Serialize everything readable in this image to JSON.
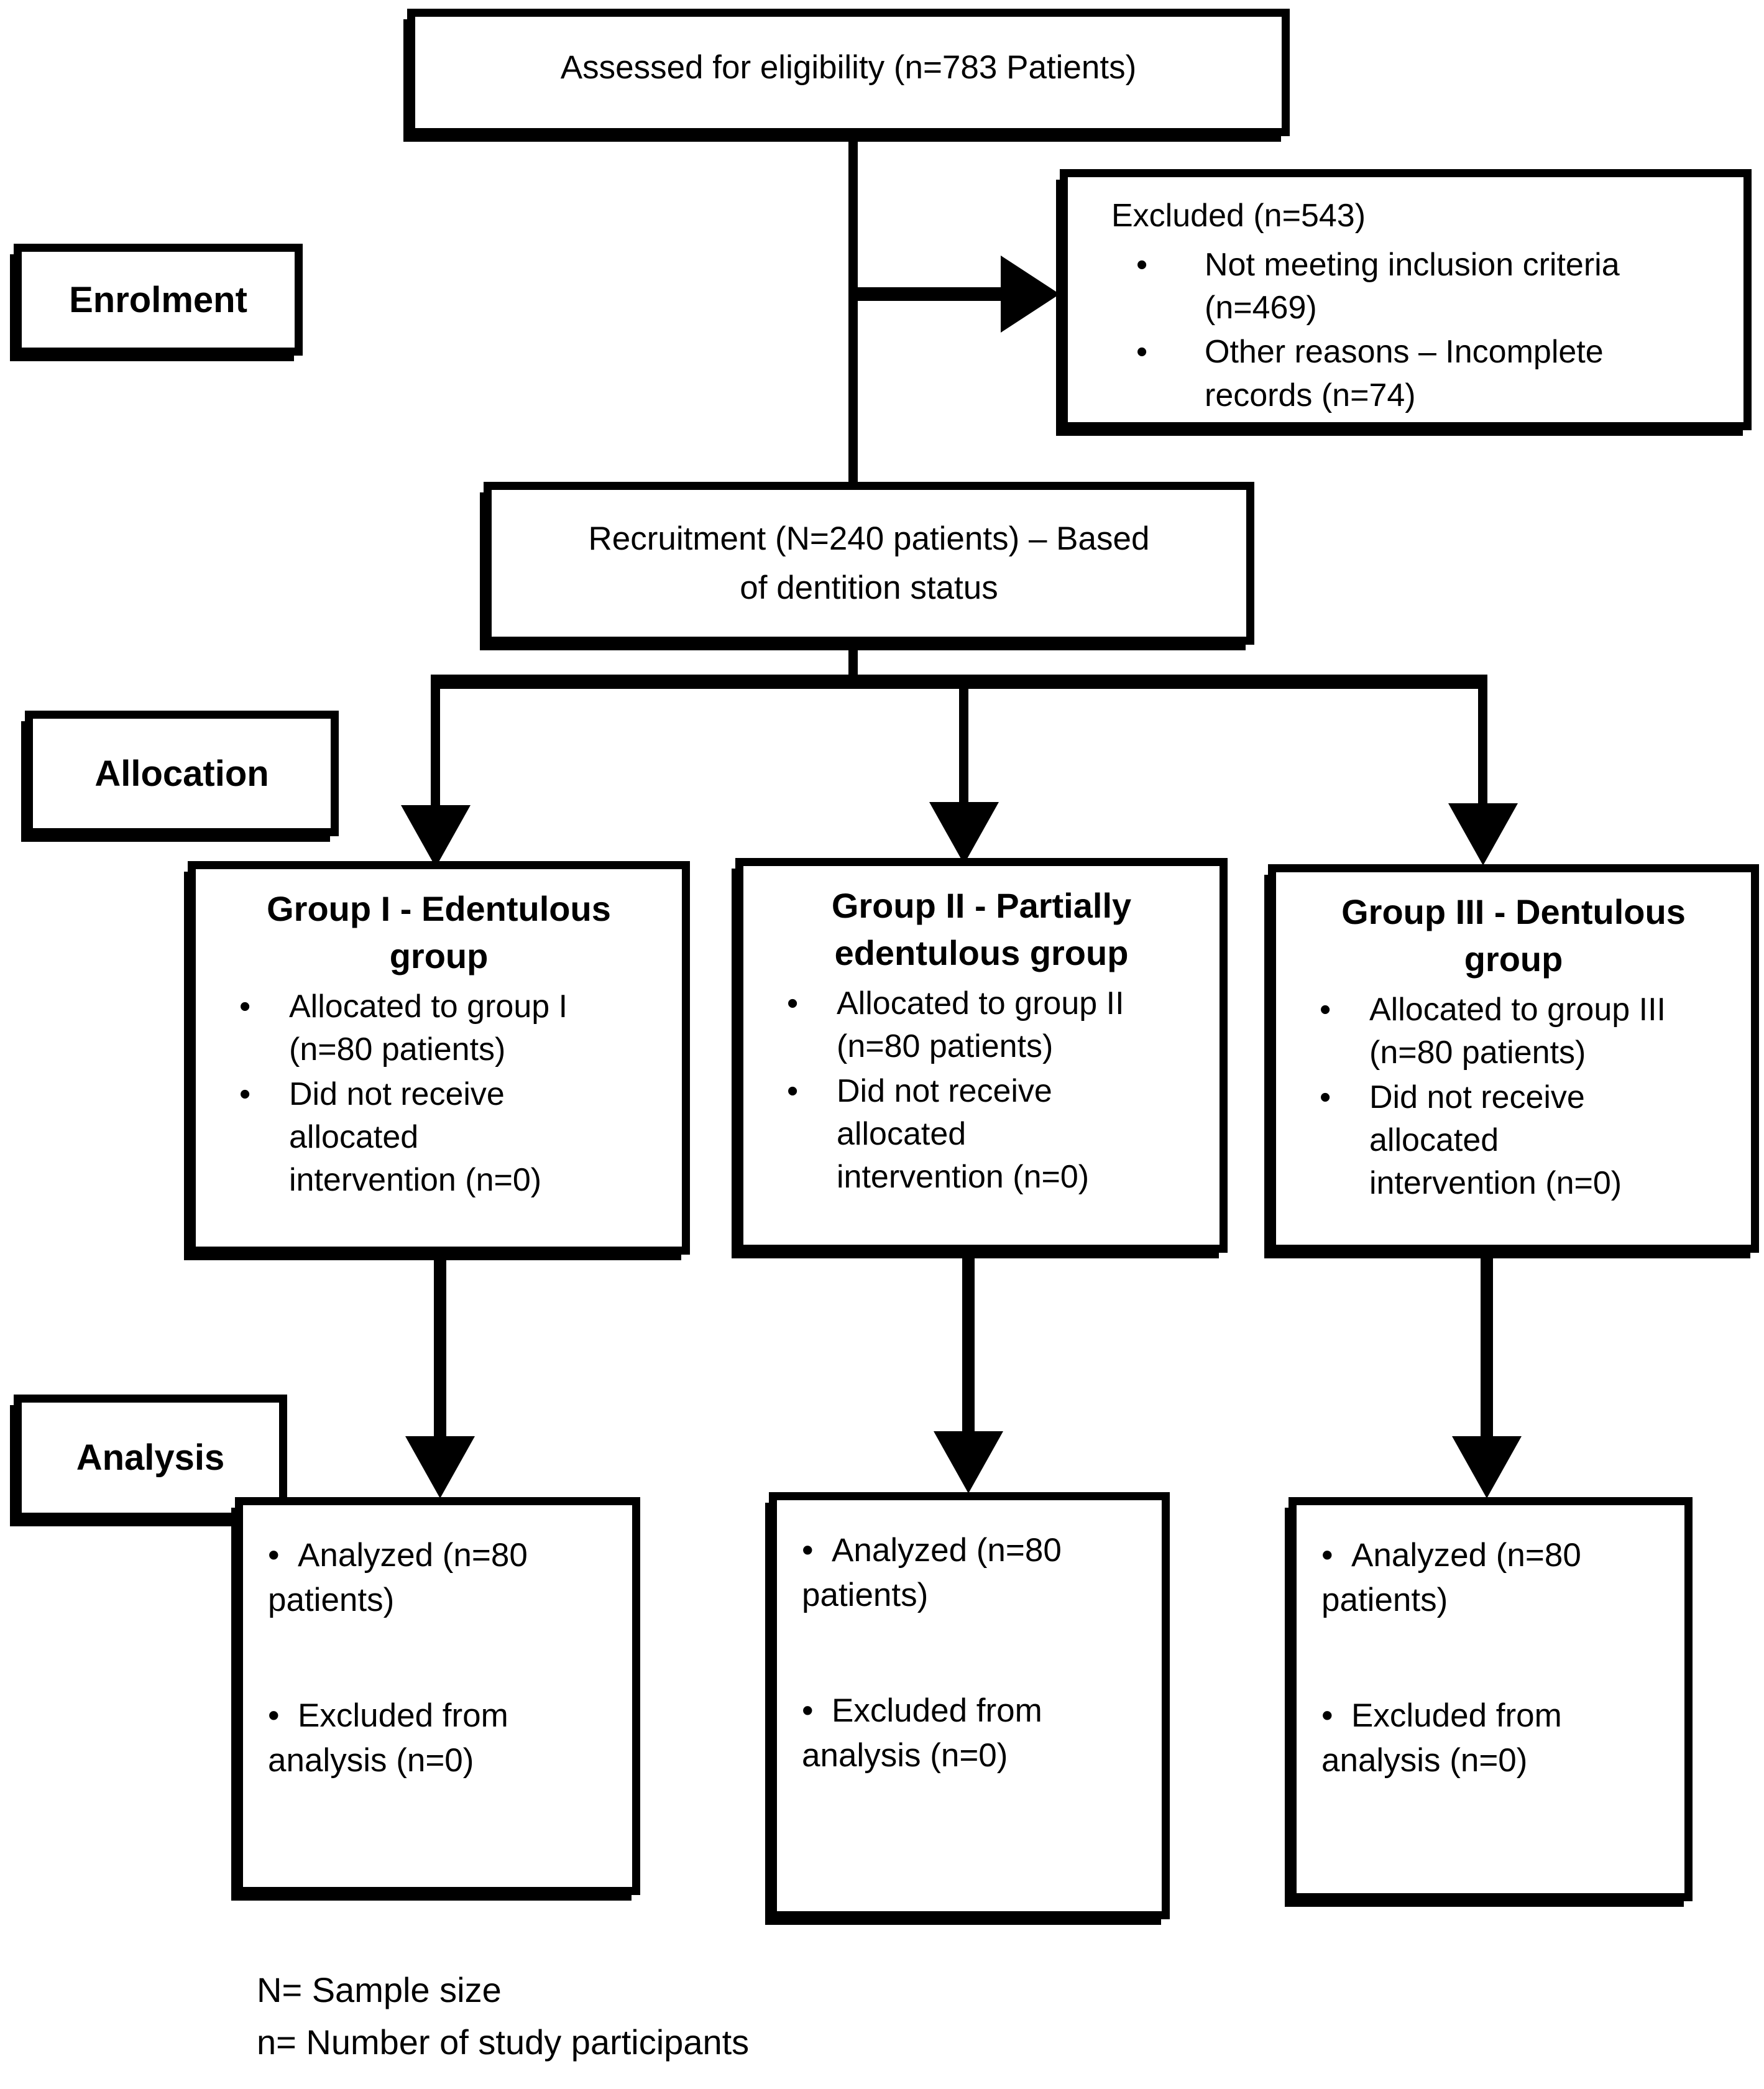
{
  "colors": {
    "line": "#000000",
    "background": "#ffffff",
    "text": "#000000"
  },
  "stages": {
    "enrolment": "Enrolment",
    "allocation": "Allocation",
    "analysis": "Analysis"
  },
  "assessed_box": {
    "text": "Assessed for eligibility (n=783 Patients)"
  },
  "excluded_box": {
    "heading": "Excluded (n=543)",
    "bullets": [
      "Not meeting inclusion criteria (n=469)",
      "Other reasons – Incomplete records (n=74)"
    ]
  },
  "recruitment_box": {
    "line1": "Recruitment (N=240 patients) – Based",
    "line2": "of dentition status"
  },
  "group_boxes": [
    {
      "title": "Group I - Edentulous group",
      "bullets": [
        "Allocated to group I (n=80 patients)",
        "Did not receive allocated intervention (n=0)"
      ]
    },
    {
      "title": "Group II - Partially edentulous group",
      "bullets": [
        "Allocated to group II (n=80 patients)",
        "Did not receive allocated intervention (n=0)"
      ]
    },
    {
      "title": "Group III - Dentulous group",
      "bullets": [
        "Allocated to group III (n=80 patients)",
        "Did not receive allocated intervention (n=0)"
      ]
    }
  ],
  "analysis_boxes": [
    {
      "bullets": [
        "Analyzed (n=80 patients)",
        "Excluded from analysis (n=0)"
      ]
    },
    {
      "bullets": [
        "Analyzed (n=80 patients)",
        "Excluded from analysis (n=0)"
      ]
    },
    {
      "bullets": [
        "Analyzed (n=80 patients)",
        "Excluded from analysis (n=0)"
      ]
    }
  ],
  "legend": {
    "line1": "N= Sample size",
    "line2": "n= Number of study participants"
  }
}
